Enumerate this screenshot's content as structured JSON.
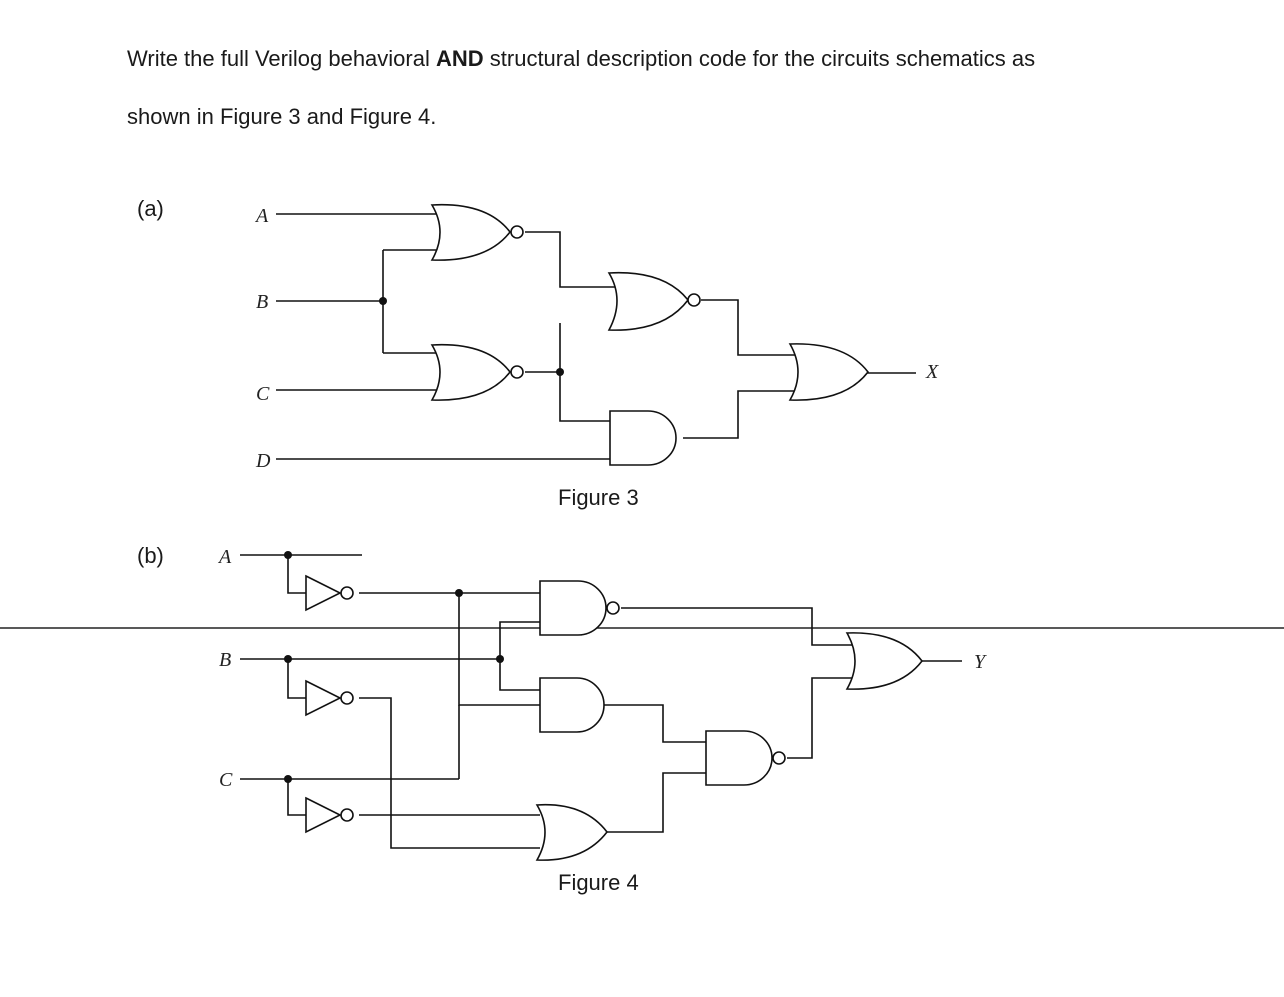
{
  "question": {
    "line1_a": "Write the full Verilog behavioral ",
    "line1_bold": "AND",
    "line1_b": " structural description code for the circuits schematics as",
    "line2": "shown in Figure 3 and Figure 4."
  },
  "figure3": {
    "part_label": "(a)",
    "inputs": [
      "A",
      "B",
      "C",
      "D"
    ],
    "output": "X",
    "caption": "Figure 3"
  },
  "figure4": {
    "part_label": "(b)",
    "inputs": [
      "A",
      "B",
      "C"
    ],
    "output": "Y",
    "caption": "Figure 4"
  }
}
